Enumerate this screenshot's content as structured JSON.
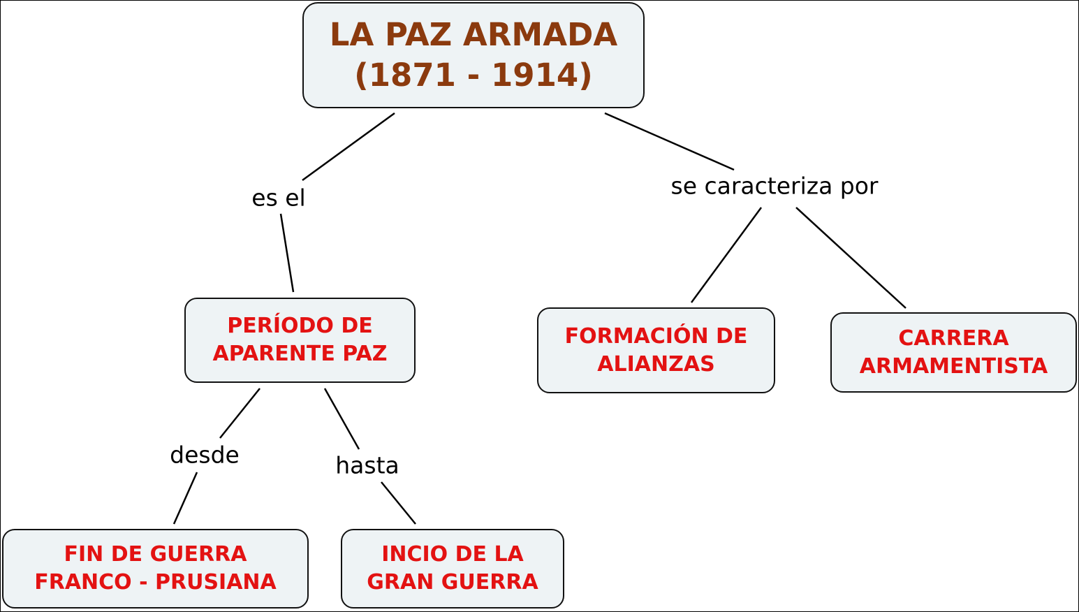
{
  "title": {
    "line1": "LA PAZ ARMADA",
    "line2": "(1871 - 1914)"
  },
  "nodes": {
    "periodo": {
      "line1": "PERÍODO DE",
      "line2": "APARENTE PAZ"
    },
    "formacion": {
      "line1": "FORMACIÓN DE",
      "line2": "ALIANZAS"
    },
    "carrera": {
      "line1": "CARRERA",
      "line2": "ARMAMENTISTA"
    },
    "fin": {
      "line1": "FIN DE GUERRA",
      "line2": "FRANCO - PRUSIANA"
    },
    "inicio": {
      "line1": "INCIO DE LA",
      "line2": "GRAN GUERRA"
    }
  },
  "links": {
    "es_el": "es el",
    "se_caracteriza": "se caracteriza por",
    "desde": "desde",
    "hasta": "hasta"
  },
  "colors": {
    "title": "#8b3a0e",
    "concept": "#e31212",
    "box": "#eef3f5"
  }
}
